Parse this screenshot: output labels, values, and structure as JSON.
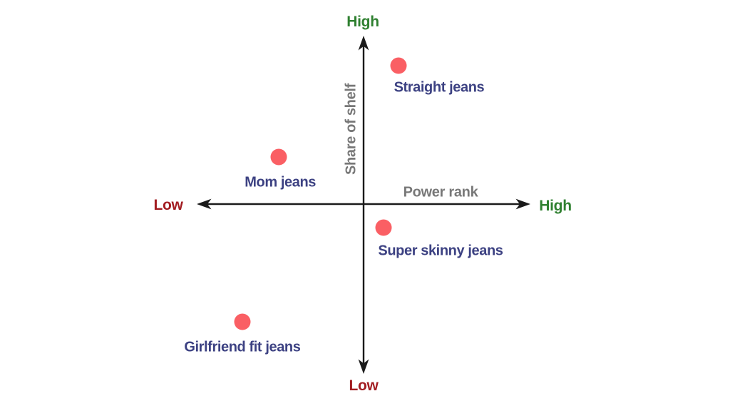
{
  "chart_data": {
    "type": "scatter",
    "variant": "quadrant",
    "title": "",
    "x_axis": {
      "title": "Power rank",
      "low_label": "Low",
      "high_label": "High",
      "range": [
        -1,
        1
      ]
    },
    "y_axis": {
      "title": "Share of shelf",
      "low_label": "Low",
      "high_label": "High",
      "range": [
        -1,
        1
      ]
    },
    "grid": "off",
    "legend": "none",
    "points": [
      {
        "label": "Straight jeans",
        "power_rank": 0.21,
        "share_of_shelf": 0.82,
        "label_dx": 57,
        "label_dy": 31
      },
      {
        "label": "Mom jeans",
        "power_rank": -0.51,
        "share_of_shelf": 0.28,
        "label_dx": 2,
        "label_dy": 36
      },
      {
        "label": "Super skinny jeans",
        "power_rank": 0.12,
        "share_of_shelf": -0.14,
        "label_dx": 80,
        "label_dy": 33
      },
      {
        "label": "Girlfriend fit jeans",
        "power_rank": -0.73,
        "share_of_shelf": -0.7,
        "label_dx": 0,
        "label_dy": 36
      }
    ],
    "colors": {
      "point": "#fa5f64",
      "point_label": "#3c4182",
      "axis_title": "#787878",
      "high_label": "#2f8030",
      "low_label": "#a21c21",
      "axis_line": "#1a1a1a",
      "background": "#ffffff"
    }
  }
}
